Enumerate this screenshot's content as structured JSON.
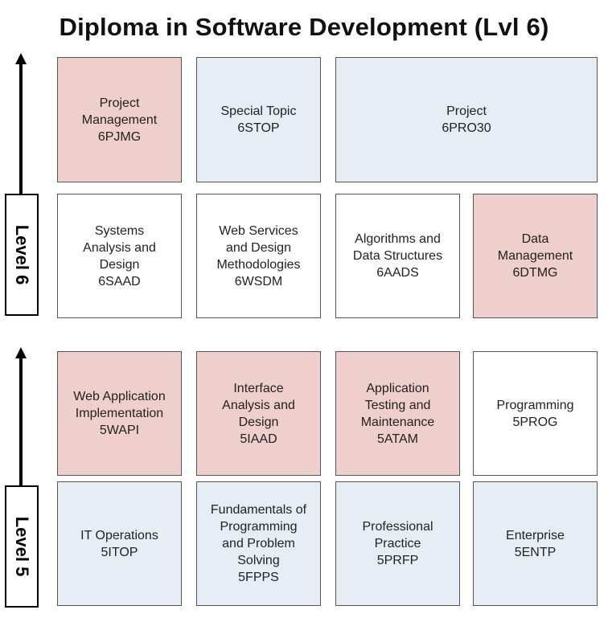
{
  "title": "Diploma in Software Development (Lvl 6)",
  "colors": {
    "pink": "#efcfcb",
    "blue": "#e7edf5",
    "white": "#ffffff",
    "border": "#555555"
  },
  "levels": [
    {
      "label": "Level 6"
    },
    {
      "label": "Level 5"
    }
  ],
  "modules": [
    {
      "name_lines": [
        "Project",
        "Management"
      ],
      "code": "6PJMG",
      "color": "pink"
    },
    {
      "name_lines": [
        "Special Topic"
      ],
      "code": "6STOP",
      "color": "blue"
    },
    {
      "name_lines": [
        "Project"
      ],
      "code": "6PRO30",
      "color": "blue"
    },
    {
      "name_lines": [
        "Systems",
        "Analysis and",
        "Design"
      ],
      "code": "6SAAD",
      "color": "white"
    },
    {
      "name_lines": [
        "Web Services",
        "and Design",
        "Methodologies"
      ],
      "code": "6WSDM",
      "color": "white"
    },
    {
      "name_lines": [
        "Algorithms and",
        "Data Structures"
      ],
      "code": "6AADS",
      "color": "white"
    },
    {
      "name_lines": [
        "Data",
        "Management"
      ],
      "code": "6DTMG",
      "color": "pink"
    },
    {
      "name_lines": [
        "Web Application",
        "Implementation"
      ],
      "code": "5WAPI",
      "color": "pink"
    },
    {
      "name_lines": [
        "Interface",
        "Analysis and",
        "Design"
      ],
      "code": "5IAAD",
      "color": "pink"
    },
    {
      "name_lines": [
        "Application",
        "Testing and",
        "Maintenance"
      ],
      "code": "5ATAM",
      "color": "pink"
    },
    {
      "name_lines": [
        "Programming"
      ],
      "code": "5PROG",
      "color": "white"
    },
    {
      "name_lines": [
        "IT Operations"
      ],
      "code": "5ITOP",
      "color": "blue"
    },
    {
      "name_lines": [
        "Fundamentals of",
        "Programming",
        "and Problem",
        "Solving"
      ],
      "code": "5FPPS",
      "color": "blue"
    },
    {
      "name_lines": [
        "Professional",
        "Practice"
      ],
      "code": "5PRFP",
      "color": "blue"
    },
    {
      "name_lines": [
        "Enterprise"
      ],
      "code": "5ENTP",
      "color": "blue"
    }
  ]
}
